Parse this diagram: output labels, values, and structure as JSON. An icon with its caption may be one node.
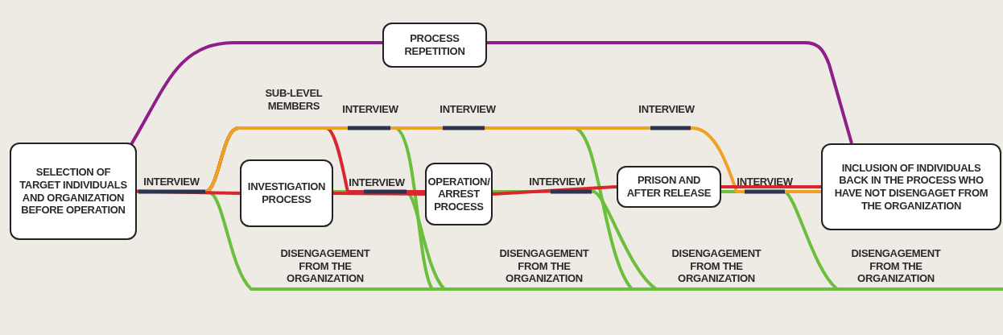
{
  "diagram": {
    "nodes": [
      {
        "text": [
          "SELECTION OF TARGET INDIVIDUALS AND ORGANIZATION BEFORE OPERATION"
        ]
      },
      {
        "text": [
          "PROCESS REPETITION"
        ]
      },
      {
        "text": [
          "INVESTIGATION PROCESS"
        ]
      },
      {
        "text": [
          "OPERATION/ ARREST PROCESS"
        ]
      },
      {
        "text": [
          "PRISON AND AFTER RELEASE"
        ]
      },
      {
        "text": [
          "INCLUSION OF INDIVIDUALS BACK IN THE PROCESS WHO HAVE NOT DISENGAGET FROM THE ORGANIZATION"
        ]
      }
    ],
    "edges": [
      {
        "from": 0,
        "to": 1,
        "arrow": "none",
        "color": "#8e1f8a"
      },
      {
        "from": 1,
        "to": 5,
        "arrow": "none",
        "color": "#8e1f8a"
      },
      {
        "from": 0,
        "to": 2,
        "arrow": "none",
        "label": "INTERVIEW",
        "color": "#d7282f"
      },
      {
        "from": 2,
        "to": 3,
        "arrow": "none",
        "label": "INTERVIEW",
        "color": "#d7282f"
      },
      {
        "from": 3,
        "to": 4,
        "arrow": "none",
        "label": "INTERVIEW",
        "color": "#d7282f"
      },
      {
        "from": 4,
        "to": 5,
        "arrow": "none",
        "label": "INTERVIEW",
        "color": "#d7282f"
      },
      {
        "from": 0,
        "to": 5,
        "arrow": "none",
        "label": "SUB-LEVEL MEMBERS",
        "color": "#f29f26"
      },
      {
        "from": 0,
        "to": 3,
        "arrow": "none",
        "color": "#d7282f"
      },
      {
        "from": 0,
        "to": null,
        "arrow": "none",
        "color": "#6cbf3c"
      },
      {
        "from": 0,
        "to": null,
        "arrow": "none",
        "color": "#6cbf3c"
      },
      {
        "from": 2,
        "to": null,
        "arrow": "none",
        "color": "#6cbf3c"
      },
      {
        "from": 0,
        "to": null,
        "arrow": "none",
        "color": "#6cbf3c"
      },
      {
        "from": 3,
        "to": null,
        "arrow": "none",
        "color": "#6cbf3c"
      },
      {
        "from": 4,
        "to": null,
        "arrow": "none",
        "color": "#6cbf3c"
      }
    ],
    "labels": [
      "INTERVIEW",
      "INTERVIEW",
      "INTERVIEW",
      "DISENGAGEMENT FROM THE ORGANIZATION",
      "DISENGAGEMENT FROM THE ORGANIZATION",
      "DISENGAGEMENT FROM THE ORGANIZATION",
      "DISENGAGEMENT FROM THE ORGANIZATION"
    ]
  }
}
